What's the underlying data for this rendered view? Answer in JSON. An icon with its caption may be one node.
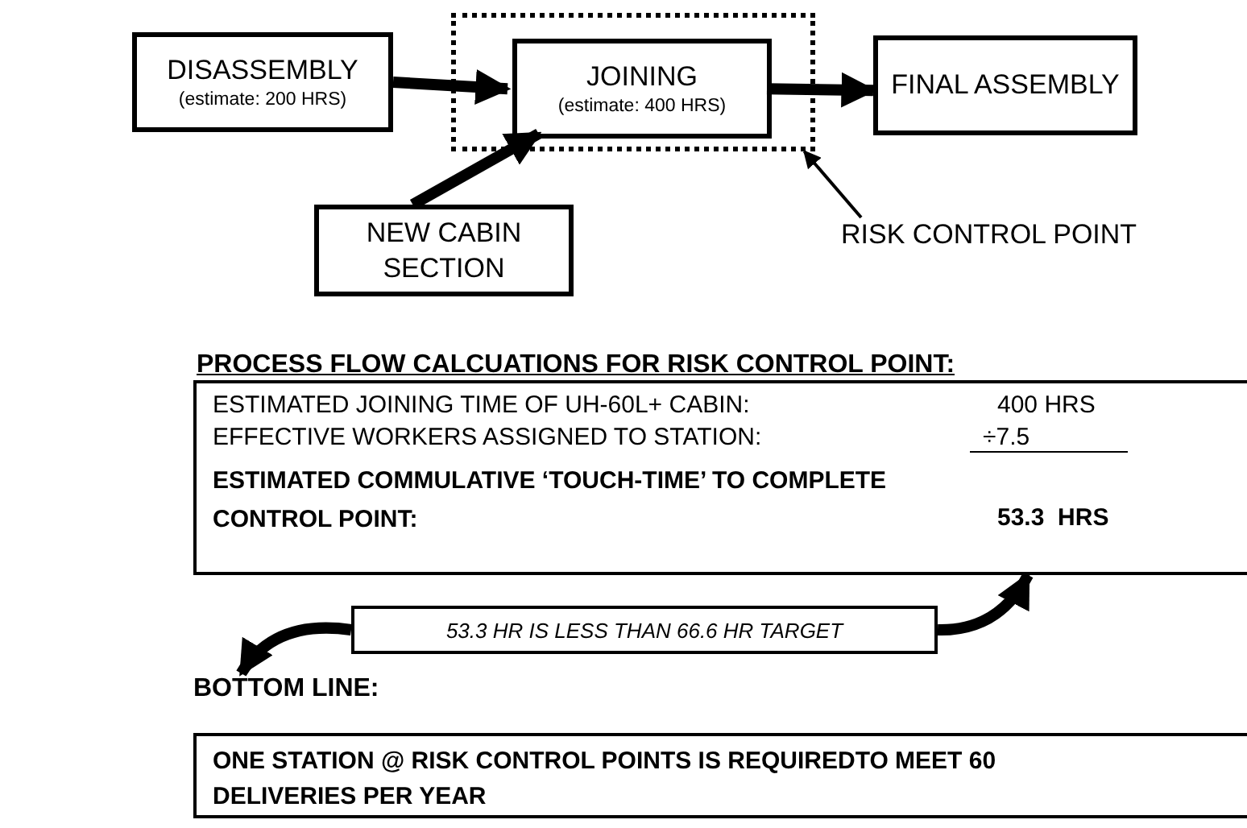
{
  "diagram": {
    "nodes": [
      {
        "text": [
          "DISASSEMBLY",
          "(estimate: 200 HRS)"
        ]
      },
      {
        "text": [],
        "shape": "box"
      },
      {
        "text": [
          "JOINING",
          "(estimate: 400 HRS)"
        ],
        "in": 1
      },
      {
        "text": [
          "FINAL ASSEMBLY"
        ]
      },
      {
        "text": [
          "NEW CABIN SECTION"
        ]
      },
      {
        "text": [
          "RISK CONTROL POINT"
        ]
      },
      {
        "text": [
          "PROCESS FLOW CALCUATIONS FOR RISK CONTROL POINT:",
          "ESTIMATED JOINING TIME OF UH-60L+ CABIN:",
          "400 HRS",
          "EFFECTIVE WORKERS ASSIGNED TO STATION:",
          "÷7.5",
          "ESTIMATED COMMULATIVE ‘TOUCH-TIME’ TO COMPLETE CONTROL POINT:",
          "53.3  HRS"
        ]
      },
      {
        "text": [
          "53.3 HR IS LESS THAN 66.6 HR TARGET"
        ]
      },
      {
        "text": [
          "BOTTOM LINE:",
          "ONE STATION @ RISK CONTROL POINTS IS REQUIREDTO MEET 60 DELIVERIES PER YEAR"
        ]
      }
    ],
    "edges": [
      {
        "from": 0,
        "to": 2,
        "arrow": "to"
      },
      {
        "from": 2,
        "to": 3,
        "arrow": "to"
      },
      {
        "from": 4,
        "to": 2,
        "arrow": "to"
      },
      {
        "from": 5,
        "to": 1,
        "arrow": "to"
      },
      {
        "from": 7,
        "to": 6,
        "arrow": "to"
      },
      {
        "from": 7,
        "to": 8,
        "arrow": "to"
      }
    ]
  }
}
